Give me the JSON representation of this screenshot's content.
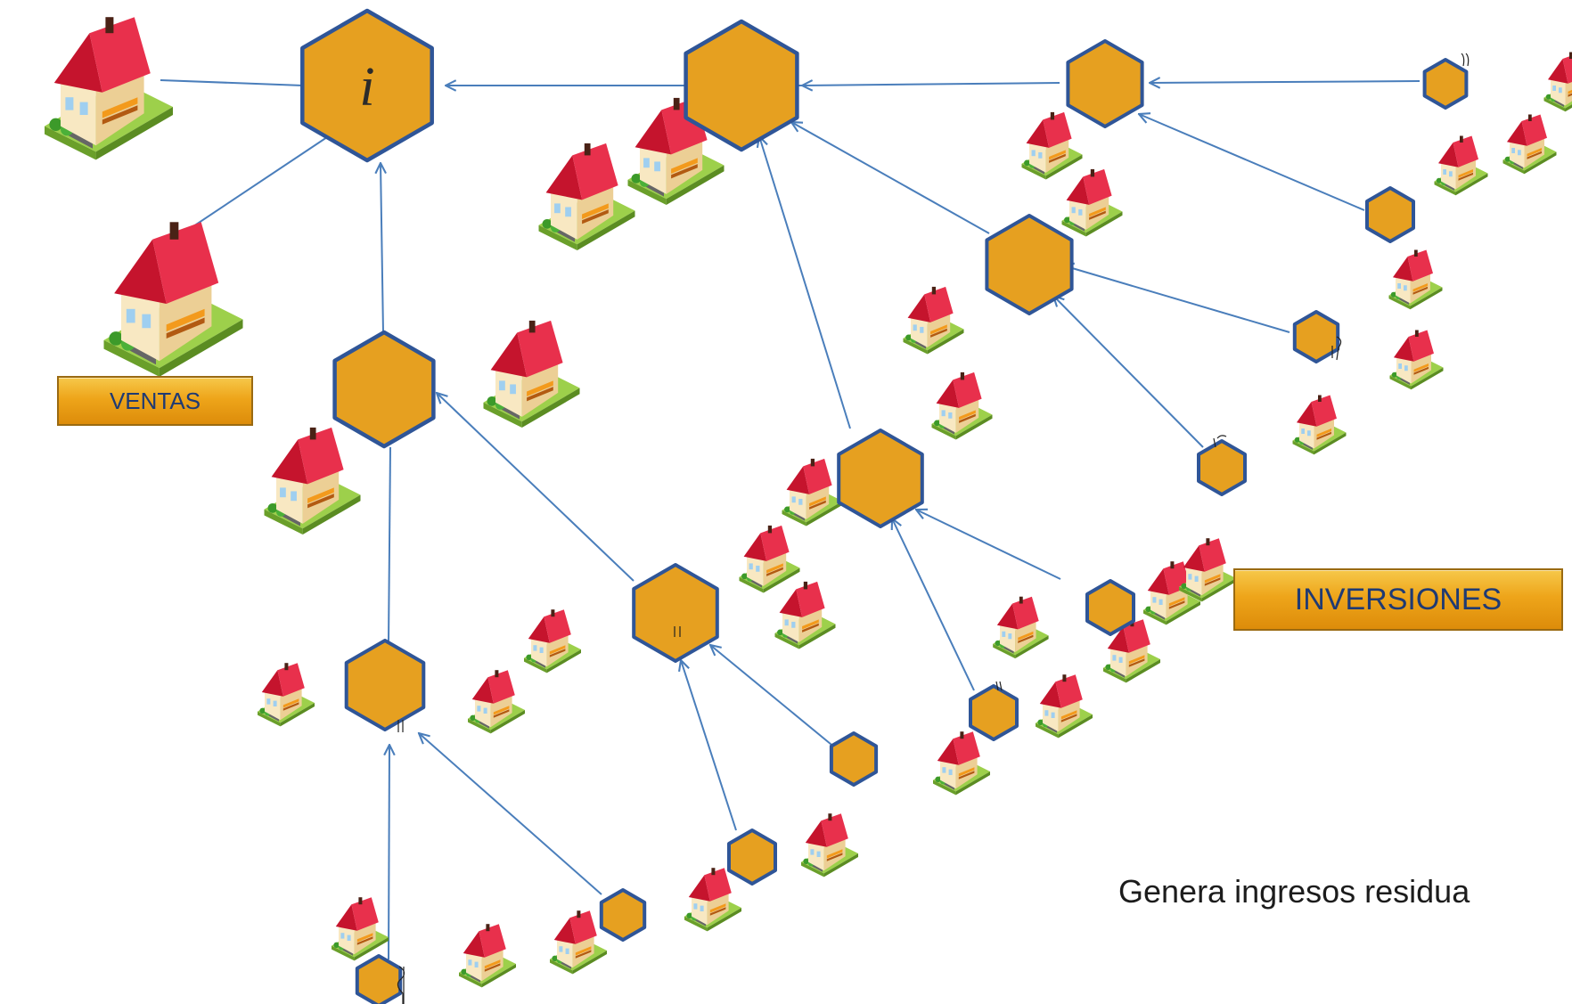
{
  "labels": {
    "ventas": "VENTAS",
    "inversiones": "INVERSIONES",
    "footer_note": "Genera ingresos residua",
    "info_symbol": "i"
  },
  "icons": {
    "node": "hexagon-node",
    "house": "house-icon",
    "info": "info-icon"
  },
  "colors": {
    "hexagon_fill": "#e6a020",
    "hexagon_stroke": "#2f5597",
    "connector": "#4a7ebb",
    "roof": "#d21e3c",
    "wall": "#f7e6bf",
    "grass": "#8cc63f"
  }
}
